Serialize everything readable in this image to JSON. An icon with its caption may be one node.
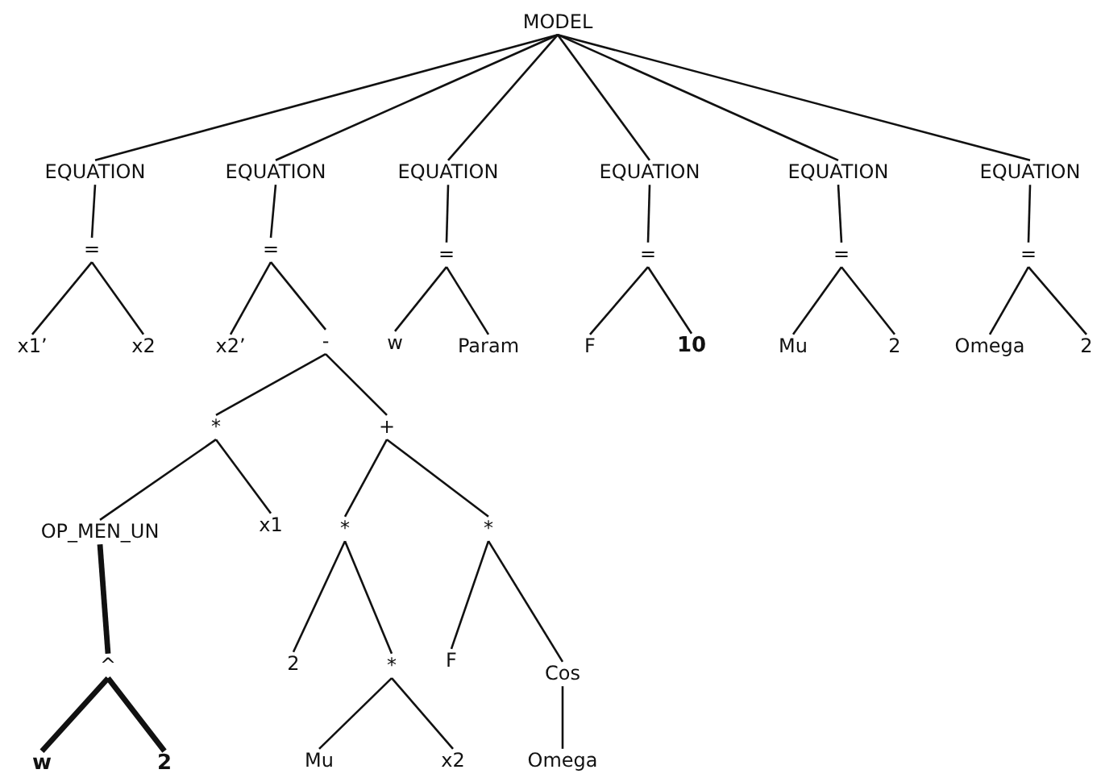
{
  "diagram": {
    "nodes": [
      {
        "text": [
          "MODEL"
        ]
      },
      {
        "text": [
          "EQUATION"
        ]
      },
      {
        "text": [
          "EQUATION"
        ]
      },
      {
        "text": [
          "EQUATION"
        ]
      },
      {
        "text": [
          "EQUATION"
        ]
      },
      {
        "text": [
          "EQUATION"
        ]
      },
      {
        "text": [
          "EQUATION"
        ]
      },
      {
        "text": [
          "="
        ]
      },
      {
        "text": [
          "="
        ]
      },
      {
        "text": [
          "="
        ]
      },
      {
        "text": [
          "="
        ]
      },
      {
        "text": [
          "="
        ]
      },
      {
        "text": [
          "="
        ]
      },
      {
        "text": [
          "x1’"
        ]
      },
      {
        "text": [
          "x2"
        ]
      },
      {
        "text": [
          "x2’"
        ]
      },
      {
        "text": [
          "-"
        ]
      },
      {
        "text": [
          "w"
        ]
      },
      {
        "text": [
          "Param"
        ]
      },
      {
        "text": [
          "F"
        ]
      },
      {
        "text": [
          "10"
        ]
      },
      {
        "text": [
          "Mu"
        ]
      },
      {
        "text": [
          "2"
        ]
      },
      {
        "text": [
          "Omega"
        ]
      },
      {
        "text": [
          "2"
        ]
      },
      {
        "text": [
          "*"
        ]
      },
      {
        "text": [
          "+"
        ]
      },
      {
        "text": [
          "OP_MEN_UN"
        ]
      },
      {
        "text": [
          "x1"
        ]
      },
      {
        "text": [
          "*"
        ]
      },
      {
        "text": [
          "*"
        ]
      },
      {
        "text": [
          "^"
        ]
      },
      {
        "text": [
          "2"
        ]
      },
      {
        "text": [
          "*"
        ]
      },
      {
        "text": [
          "F"
        ]
      },
      {
        "text": [
          "Cos"
        ]
      },
      {
        "text": [
          "w"
        ]
      },
      {
        "text": [
          "2"
        ]
      },
      {
        "text": [
          "Mu"
        ]
      },
      {
        "text": [
          "x2"
        ]
      },
      {
        "text": [
          "Omega"
        ]
      }
    ],
    "edges": [
      {
        "from": 0,
        "to": 1,
        "arrow": "none"
      },
      {
        "from": 0,
        "to": 2,
        "arrow": "none"
      },
      {
        "from": 0,
        "to": 3,
        "arrow": "none"
      },
      {
        "from": 0,
        "to": 4,
        "arrow": "none"
      },
      {
        "from": 0,
        "to": 5,
        "arrow": "none"
      },
      {
        "from": 0,
        "to": 6,
        "arrow": "none"
      },
      {
        "from": 1,
        "to": 7,
        "arrow": "none"
      },
      {
        "from": 2,
        "to": 8,
        "arrow": "none"
      },
      {
        "from": 3,
        "to": 9,
        "arrow": "none"
      },
      {
        "from": 4,
        "to": 10,
        "arrow": "none"
      },
      {
        "from": 5,
        "to": 11,
        "arrow": "none"
      },
      {
        "from": 6,
        "to": 12,
        "arrow": "none"
      },
      {
        "from": 7,
        "to": 13,
        "arrow": "none"
      },
      {
        "from": 7,
        "to": 14,
        "arrow": "none"
      },
      {
        "from": 8,
        "to": 15,
        "arrow": "none"
      },
      {
        "from": 8,
        "to": 16,
        "arrow": "none"
      },
      {
        "from": 9,
        "to": 17,
        "arrow": "none"
      },
      {
        "from": 9,
        "to": 18,
        "arrow": "none"
      },
      {
        "from": 10,
        "to": 19,
        "arrow": "none"
      },
      {
        "from": 10,
        "to": 20,
        "arrow": "none"
      },
      {
        "from": 11,
        "to": 21,
        "arrow": "none"
      },
      {
        "from": 11,
        "to": 22,
        "arrow": "none"
      },
      {
        "from": 12,
        "to": 23,
        "arrow": "none"
      },
      {
        "from": 12,
        "to": 24,
        "arrow": "none"
      },
      {
        "from": 16,
        "to": 25,
        "arrow": "none"
      },
      {
        "from": 16,
        "to": 26,
        "arrow": "none"
      },
      {
        "from": 25,
        "to": 27,
        "arrow": "none"
      },
      {
        "from": 25,
        "to": 28,
        "arrow": "none"
      },
      {
        "from": 26,
        "to": 29,
        "arrow": "none"
      },
      {
        "from": 26,
        "to": 30,
        "arrow": "none"
      },
      {
        "from": 27,
        "to": 31,
        "arrow": "none",
        "style": "thick"
      },
      {
        "from": 29,
        "to": 32,
        "arrow": "none"
      },
      {
        "from": 29,
        "to": 33,
        "arrow": "none"
      },
      {
        "from": 30,
        "to": 34,
        "arrow": "none"
      },
      {
        "from": 30,
        "to": 35,
        "arrow": "none"
      },
      {
        "from": 31,
        "to": 36,
        "arrow": "none",
        "style": "thick"
      },
      {
        "from": 31,
        "to": 37,
        "arrow": "none",
        "style": "thick"
      },
      {
        "from": 33,
        "to": 38,
        "arrow": "none"
      },
      {
        "from": 33,
        "to": 39,
        "arrow": "none"
      },
      {
        "from": 35,
        "to": 40,
        "arrow": "none"
      }
    ]
  }
}
